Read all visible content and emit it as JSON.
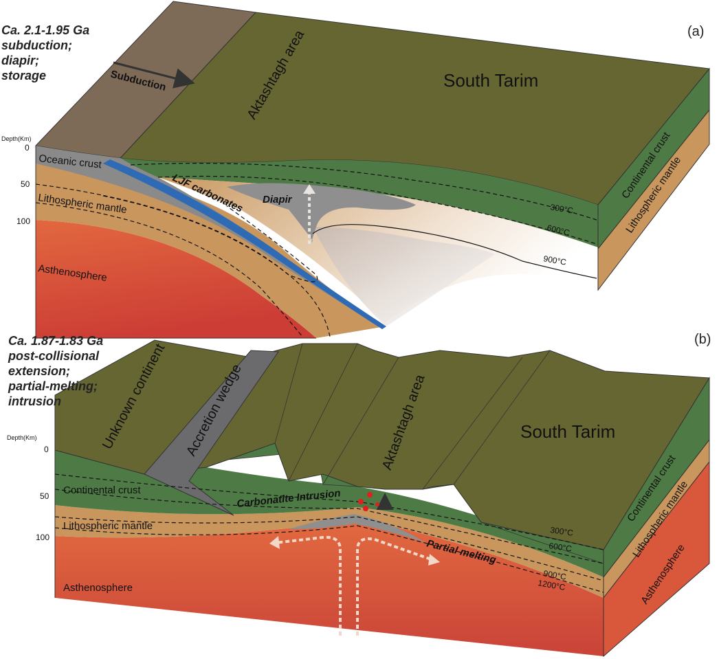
{
  "panel_a": {
    "caption_lines": [
      "Ca. 2.1-1.95 Ga",
      "subduction;",
      "diapir;",
      "storage"
    ],
    "panel_label": "(a)",
    "subduction_label": "Subduction",
    "aktashtagh_label": "Aktashtagh area",
    "south_tarim_label": "South Tarim",
    "depth_title": "Depth(Km)",
    "depth_ticks": [
      "0",
      "50",
      "100"
    ],
    "oceanic_crust_label": "Oceanic crust",
    "lithospheric_mantle_label": "Lithospheric mantle",
    "asthenosphere_label": "Asthenosphere",
    "ljf_label": "LJF carbonates",
    "diapir_label": "Diapir",
    "isotherms": [
      "300°C",
      "600°C",
      "900°C"
    ],
    "side_labels": [
      "Continental crust",
      "Lithospheric mantle"
    ]
  },
  "panel_b": {
    "caption_lines": [
      "Ca. 1.87-1.83 Ga",
      "post-collisional",
      "extension;",
      "partial-melting;",
      "intrusion"
    ],
    "panel_label": "(b)",
    "unknown_continent_label": "Unknown continent",
    "accretion_wedge_label": "Accretion wedge",
    "aktashtagh_label": "Aktashtagh area",
    "south_tarim_label": "South Tarim",
    "depth_title": "Depth(Km)",
    "depth_ticks": [
      "0",
      "50",
      "100"
    ],
    "continental_crust_label": "Continental crust",
    "lithospheric_mantle_label": "Lithospheric mantle",
    "asthenosphere_label": "Asthenosphere",
    "carbonatite_label": "Carbonatite Intrusion",
    "partial_melting_label": "Partial melting",
    "isotherms": [
      "300°C",
      "600°C",
      "900°C",
      "1200°C"
    ],
    "side_labels": [
      "Continental crust",
      "Lithospheric mantle",
      "Asthenosphere"
    ]
  },
  "colors": {
    "crust_green": "#4e7a45",
    "surface_olive": "#666633",
    "mantle_tan": "#c9975e",
    "asthenosphere_red": "#d9573b",
    "oceanic_blue": "#2f6bb5",
    "ocean_plate_brown": "#7d6a57",
    "wedge_gray": "#6b6b6d",
    "diapir_gray": "#8f8f8f"
  }
}
